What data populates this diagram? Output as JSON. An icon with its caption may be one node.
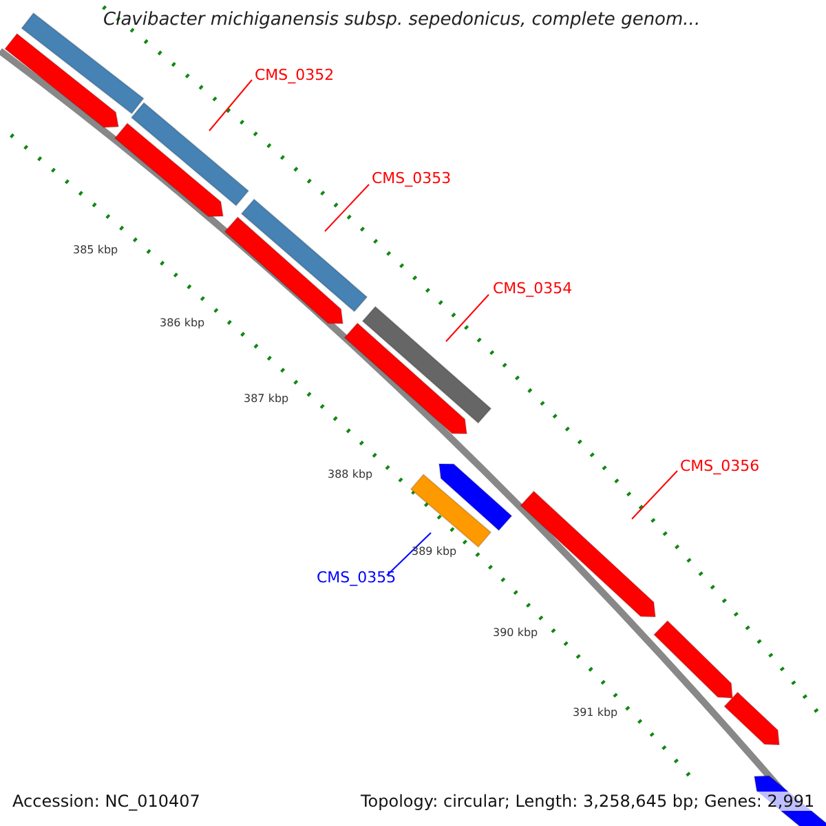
{
  "diagram": {
    "title": "Clavibacter michiganensis subsp. sepedonicus, complete genom...",
    "nodes": [
      {
        "text": [
          "CMS_0352"
        ]
      },
      {
        "text": [
          "CMS_0353"
        ]
      },
      {
        "text": [
          "CMS_0354"
        ]
      },
      {
        "text": [
          "CMS_0355"
        ]
      },
      {
        "text": [
          "CMS_0356"
        ]
      }
    ],
    "edges": [
      {
        "from": 0,
        "to": null,
        "arrow": "none"
      },
      {
        "from": 1,
        "to": null,
        "arrow": "none"
      },
      {
        "from": 2,
        "to": null,
        "arrow": "none"
      },
      {
        "from": 3,
        "to": null,
        "arrow": "none",
        "color": "#0000ff"
      },
      {
        "from": 4,
        "to": null,
        "arrow": "none"
      }
    ],
    "labels": [
      "385 kbp",
      "386 kbp",
      "387 kbp",
      "388 kbp",
      "389 kbp",
      "390 kbp",
      "391 kbp",
      "Accession: NC_010407",
      "Topology: circular; Length: 3,258,645 bp; Genes: 2,991"
    ]
  }
}
